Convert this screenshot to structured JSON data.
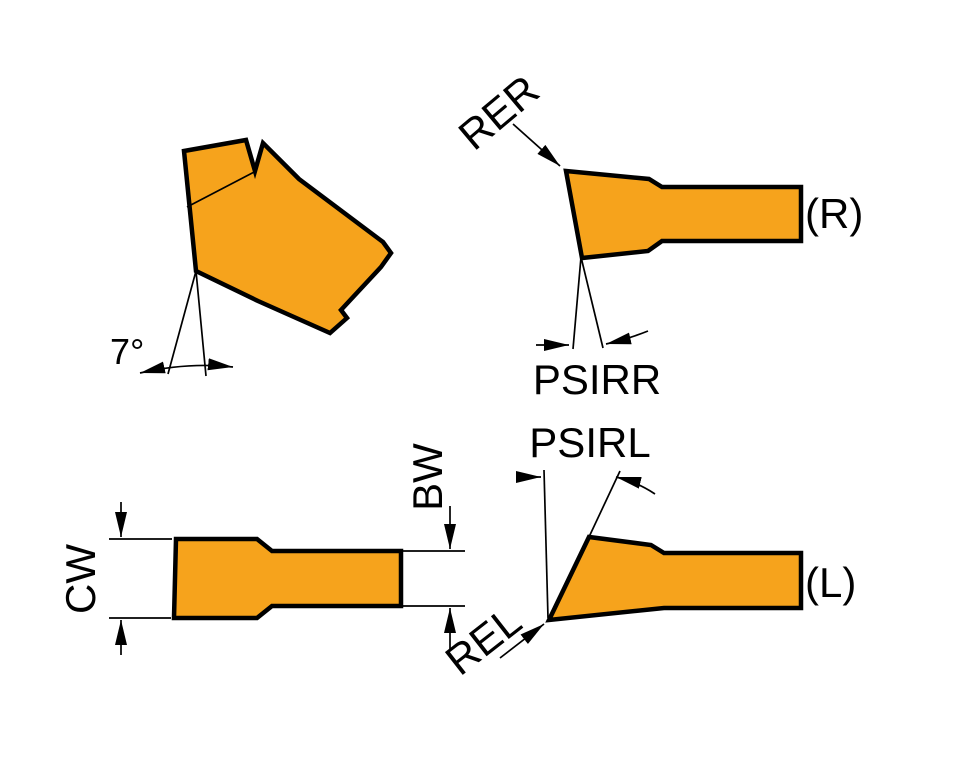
{
  "colors": {
    "background": "#ffffff",
    "insert_fill": "#F6A31C",
    "line": "#000000"
  },
  "labels": {
    "angle": "7°",
    "rer": "RER",
    "r_side": "(R)",
    "psirr": "PSIRR",
    "psirl": "PSIRL",
    "l_side": "(L)",
    "cw": "CW",
    "bw": "BW",
    "rel": "REL"
  }
}
